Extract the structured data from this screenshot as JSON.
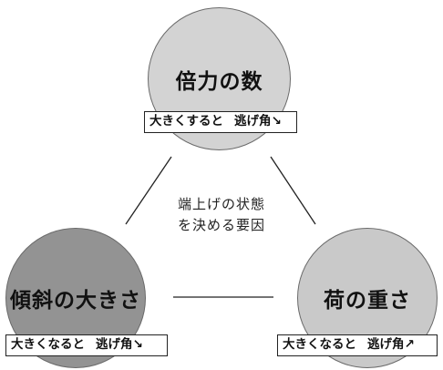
{
  "center": {
    "line1": "端上げの状態",
    "line2": "を決める要因"
  },
  "nodes": {
    "top": {
      "title": "倍力の数",
      "condition": "大きくすると",
      "result": "逃げ角↘"
    },
    "left": {
      "title": "傾斜の大きさ",
      "condition": "大きくなると",
      "result": "逃げ角↘"
    },
    "right": {
      "title": "荷の重さ",
      "condition": "大きくなると",
      "result": "逃げ角↗"
    }
  },
  "colors": {
    "top": "#d3d3d3",
    "left": "#939393",
    "right": "#c9c9c9"
  }
}
